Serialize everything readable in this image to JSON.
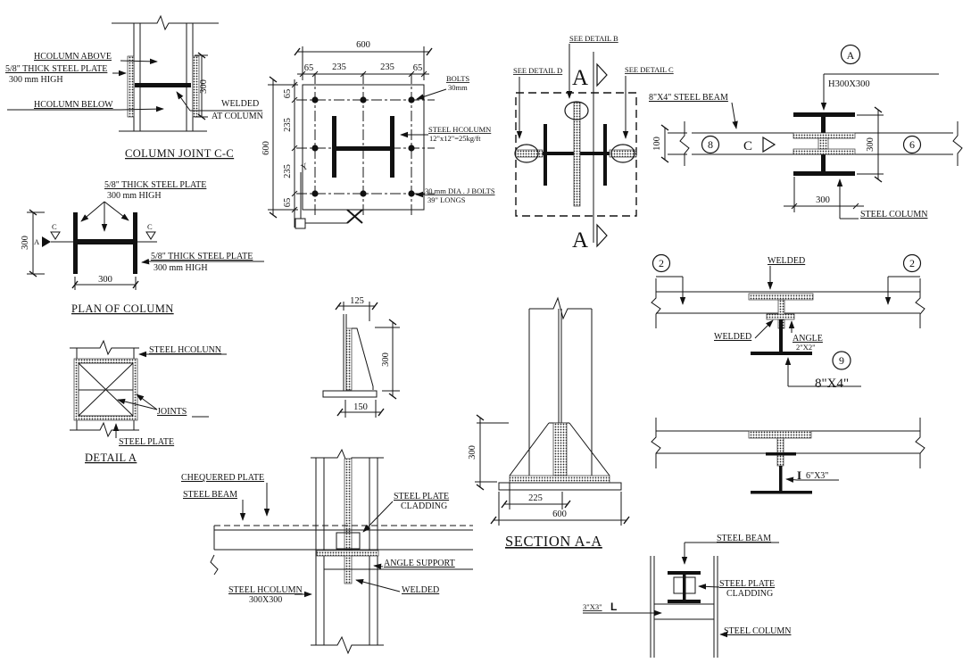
{
  "colors": {
    "ink": "#111111",
    "background": "#ffffff"
  },
  "cjc": {
    "title": "COLUMN JOINT C-C",
    "column_above": "HCOLUMN ABOVE",
    "plate_line1": "5/8\" THICK STEEL PLATE",
    "plate_line2": "300 mm HIGH",
    "column_below": "HCOLUMN BELOW",
    "welded_line1": "WELDED",
    "welded_line2": "AT COLUMN",
    "dim_height": "300"
  },
  "plan": {
    "title": "PLAN OF COLUMN",
    "note_top_line1": "5/8\" THICK STEEL PLATE",
    "note_top_line2": "300 mm HIGH",
    "note_right_line1": "5/8\" THICK STEEL PLATE",
    "note_right_line2": "300 mm HIGH",
    "dim_height": "300",
    "dim_width": "300",
    "marker_c_left": "C",
    "marker_c_right": "C",
    "marker_a": "A"
  },
  "detail_a": {
    "title": "DETAIL A",
    "steel_column": "STEEL HCOLUNN",
    "joints": "JOINTS",
    "steel_plate": "STEEL PLATE"
  },
  "base_plan": {
    "dim_width": "600",
    "dim_height": "600",
    "seg_top": [
      "65",
      "235",
      "235",
      "65"
    ],
    "seg_left": [
      "65",
      "235",
      "235",
      "65"
    ],
    "bolts_line1": "BOLTS",
    "bolts_line2": "30mm",
    "column_line1": "STEEL HCOLUMN",
    "column_line2": "12\"x12\"=25kg/ft",
    "jbolts_line1": "30 mm DIA . J BOLTS",
    "jbolts_line2": "39\" LONGS",
    "axis_y": "Y"
  },
  "gusset": {
    "dim_top": "125",
    "dim_right": "300",
    "dim_bottom": "150"
  },
  "framing": {
    "see_detail_b": "SEE DETAIL  B",
    "see_detail_d": "SEE DETAIL  D",
    "see_detail_c": "SEE DETAIL  C",
    "section_letter_top": "A",
    "section_letter_bottom": "A"
  },
  "section_aa": {
    "title": "SECTION A-A",
    "dim_height": "300",
    "dim_offset": "225",
    "dim_width": "600"
  },
  "beam_plan": {
    "bubble_a": "A",
    "column_size": "H300X300",
    "beam_label": "8\"X4\" STEEL BEAM",
    "dim_depth": "100",
    "bubble_8": "8",
    "marker_c": "C",
    "bubble_6": "6",
    "dim_right": "300",
    "dim_bottom": "300",
    "steel_column": "STEEL COLUMN"
  },
  "weld_detail": {
    "bubble_2_left": "2",
    "bubble_2_right": "2",
    "welded_top": "WELDED",
    "welded_left": "WELDED",
    "angle_line1": "ANGLE",
    "angle_line2": "2\"X2\"",
    "bubble_9": "9",
    "beam_size": "8\"X4\""
  },
  "beam_6x3": {
    "symbol": "I",
    "beam_size": "6\"X3\""
  },
  "cladding": {
    "steel_beam": "STEEL BEAM",
    "plate_line1": "STEEL PLATE",
    "plate_line2": "CLADDING",
    "angle_size": "3\"X3\"",
    "angle_symbol": "L",
    "steel_column": "STEEL COLUMN"
  }
}
